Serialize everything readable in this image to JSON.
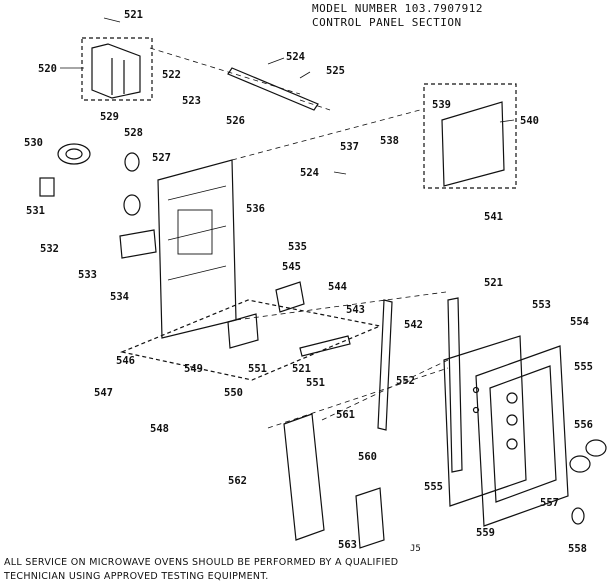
{
  "header": {
    "model_line": "MODEL NUMBER 103.7907912",
    "section_title": "CONTROL PANEL SECTION"
  },
  "footer": {
    "service_line_1": "ALL SERVICE ON MICROWAVE OVENS SHOULD BE PERFORMED BY A QUALIFIED",
    "service_line_2": "TECHNICIAN USING APPROVED TESTING EQUIPMENT.",
    "page_code": "J5"
  },
  "parts": [
    "520",
    "521",
    "522",
    "523",
    "524",
    "525",
    "526",
    "527",
    "528",
    "529",
    "530",
    "531",
    "532",
    "533",
    "534",
    "535",
    "536",
    "537",
    "538",
    "539",
    "540",
    "541",
    "542",
    "543",
    "544",
    "545",
    "546",
    "547",
    "548",
    "549",
    "550",
    "551",
    "552",
    "553",
    "554",
    "555",
    "556",
    "557",
    "558",
    "559",
    "560",
    "561",
    "562",
    "563"
  ]
}
